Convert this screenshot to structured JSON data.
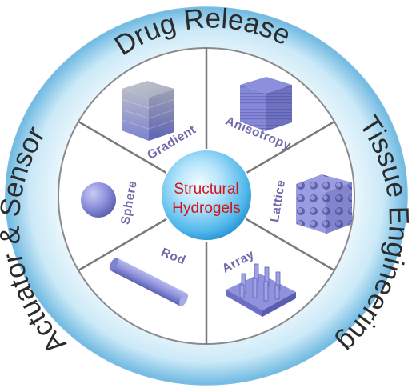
{
  "outer_ring": {
    "top_label": "Drug Release",
    "right_label": "Tissue Engineering",
    "left_label": "Actuator & Sensor"
  },
  "center": {
    "line1": "Structural",
    "line2": "Hydrogels"
  },
  "segments": [
    {
      "label": "Gradient",
      "icon": "gradient-cube-icon"
    },
    {
      "label": "Anisotropy",
      "icon": "anisotropy-cube-icon"
    },
    {
      "label": "Lattice",
      "icon": "lattice-cube-icon"
    },
    {
      "label": "Array",
      "icon": "pillar-array-icon"
    },
    {
      "label": "Rod",
      "icon": "rod-icon"
    },
    {
      "label": "Sphere",
      "icon": "sphere-icon"
    }
  ],
  "colors": {
    "outer_ring_light": "#e4f3fb",
    "outer_ring_dark": "#67b6e0",
    "segment_fill": "#ffffff",
    "divider": "#7a7a7a",
    "label": "#6f6aa8",
    "icon_fill": "#8f92dc",
    "center_fill": "#5bc0ee",
    "center_text": "#d0141c"
  }
}
